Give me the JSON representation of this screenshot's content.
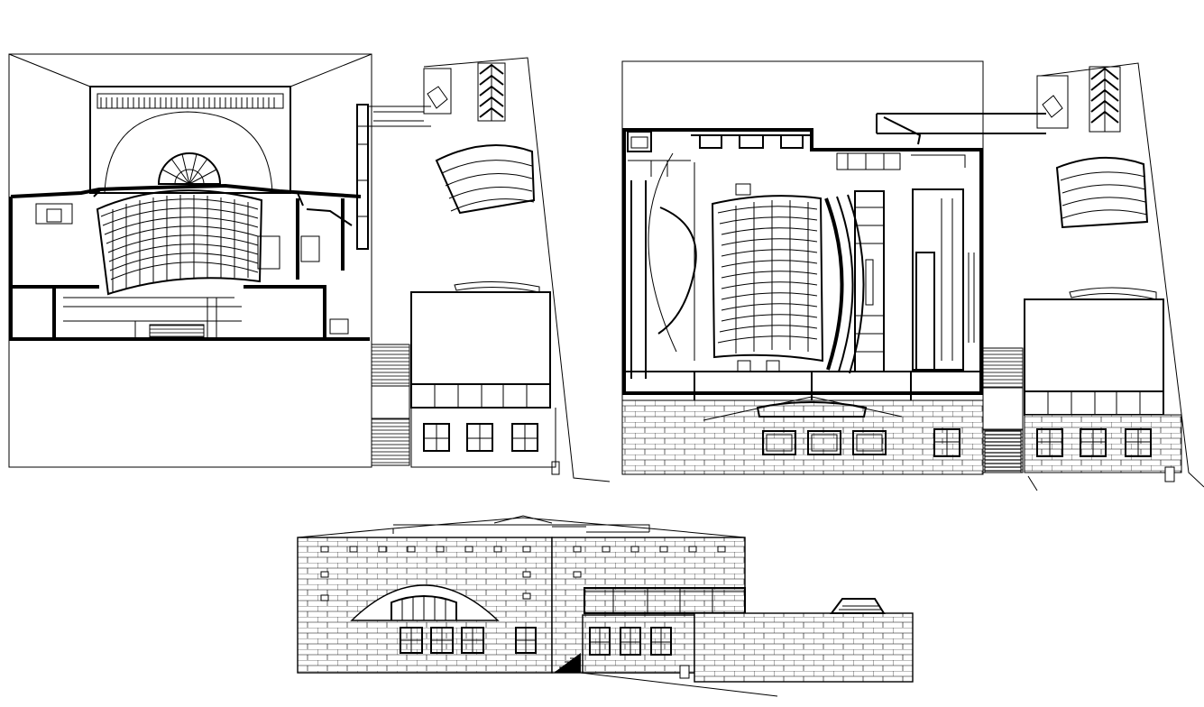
{
  "drawing": {
    "domain": "architectural-cad",
    "views": [
      {
        "id": "section-left",
        "kind": "longitudinal-section"
      },
      {
        "id": "section-right",
        "kind": "longitudinal-section"
      },
      {
        "id": "front-elevation",
        "kind": "elevation"
      }
    ],
    "colors": {
      "line": "#000000",
      "background": "#ffffff"
    }
  }
}
